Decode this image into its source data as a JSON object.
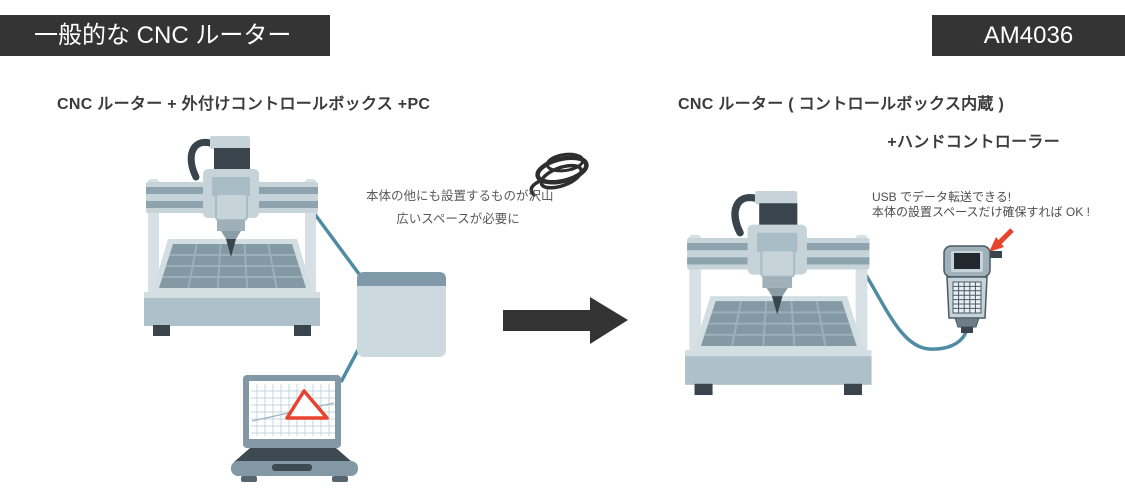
{
  "banners": {
    "left": "一般的な CNC ルーター",
    "right": "AM4036"
  },
  "left_section": {
    "heading": "CNC ルーター + 外付けコントロールボックス +PC",
    "note_line1": "本体の他にも設置するものが沢山",
    "note_line2": "広いスペースが必要に"
  },
  "right_section": {
    "heading_line1": "CNC ルーター ( コントロールボックス内蔵 )",
    "heading_line2": "+ハンドコントローラー",
    "note_line1": "USB でデータ転送できる!",
    "note_line2": "本体の設置スペースだけ確保すれば OK !"
  },
  "icons": {
    "cnc_router_left": "cnc-router-illustration",
    "cnc_router_right": "cnc-router-illustration",
    "control_box": "external-control-box",
    "laptop": "laptop-with-cad-drawing",
    "usb_cable_coil": "usb-cable-coil-icon",
    "transition_arrow": "right-arrow-icon",
    "red_pointer": "red-pointer-arrow-icon",
    "hand_controller": "hand-controller-device"
  },
  "colors": {
    "banner_bg": "#343434",
    "banner_text": "#ffffff",
    "heading_text": "#3b3b3b",
    "note_text": "#5a5a5a",
    "machine_light": "#c6d4da",
    "machine_mid": "#a9bdc6",
    "machine_stripe": "#8da3ae",
    "machine_dark": "#39444c",
    "table_surface": "#8399a4",
    "table_grid": "#9cb0b9",
    "base_face": "#aec0c9",
    "base_top": "#d2dee2",
    "cable_teal": "#4f8ca3",
    "arrow_dark": "#333333",
    "accent_red": "#e8432e",
    "laptop_frame": "#8398a5"
  }
}
